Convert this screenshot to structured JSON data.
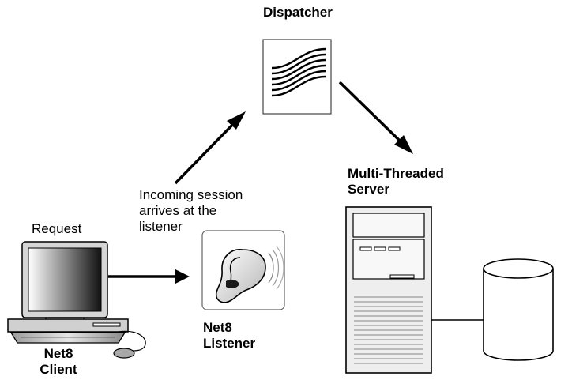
{
  "labels": {
    "dispatcher": "Dispatcher",
    "mts_line1": "Multi-Threaded",
    "mts_line2": "Server",
    "incoming_line1": "Incoming session",
    "incoming_line2": "arrives at the",
    "incoming_line3": "listener",
    "request": "Request",
    "listener_line1": "Net8",
    "listener_line2": "Listener",
    "client_line1": "Net8",
    "client_line2": "Client"
  },
  "icons": {
    "dispatcher": "dispatcher-waves-icon",
    "listener": "ear-icon",
    "client": "desktop-computer-icon",
    "server": "server-tower-icon",
    "database": "database-cylinder-icon"
  }
}
